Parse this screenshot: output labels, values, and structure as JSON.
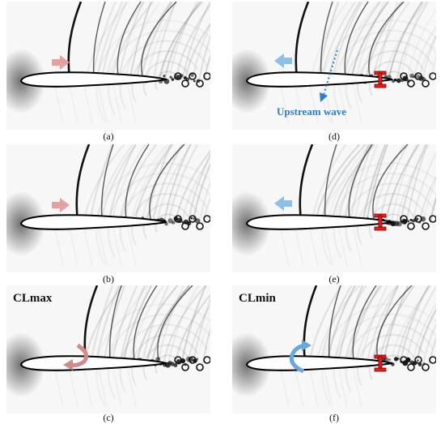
{
  "figure": {
    "panels": [
      {
        "id": "a",
        "caption": "(a)",
        "annotation": "",
        "arrow": "right",
        "arrow_color": "#e3a1a1",
        "actuator": false,
        "upstream_label": ""
      },
      {
        "id": "b",
        "caption": "(b)",
        "annotation": "",
        "arrow": "right",
        "arrow_color": "#e3a1a1",
        "actuator": false,
        "upstream_label": ""
      },
      {
        "id": "c",
        "caption": "(c)",
        "annotation": "CLmax",
        "arrow": "curved-ccw",
        "arrow_color": "#cf8a8a",
        "actuator": false,
        "upstream_label": ""
      },
      {
        "id": "d",
        "caption": "(d)",
        "annotation": "",
        "arrow": "left",
        "arrow_color": "#8fbfe8",
        "actuator": true,
        "upstream_label": "Upstream wave"
      },
      {
        "id": "e",
        "caption": "(e)",
        "annotation": "",
        "arrow": "left",
        "arrow_color": "#8fbfe8",
        "actuator": true,
        "upstream_label": ""
      },
      {
        "id": "f",
        "caption": "(f)",
        "annotation": "CLmin",
        "arrow": "curved-cw",
        "arrow_color": "#6aa8dc",
        "actuator": true,
        "upstream_label": ""
      }
    ],
    "colors": {
      "pink_arrow": "#e3a1a1",
      "blue_arrow": "#8fbfe8",
      "actuator": "#e02020",
      "label_blue": "#2f7fc8"
    }
  }
}
